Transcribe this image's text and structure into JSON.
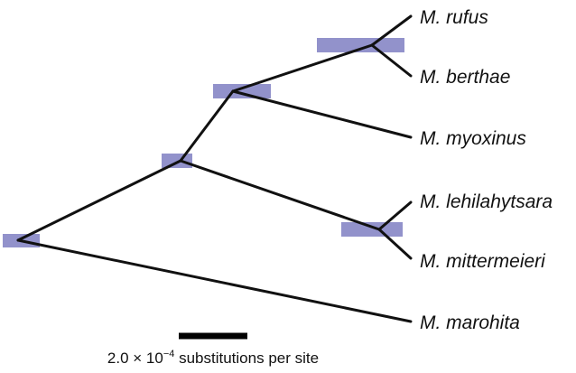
{
  "taxa": [
    {
      "id": "rufus",
      "label": "M. rufus"
    },
    {
      "id": "berthae",
      "label": "M. berthae"
    },
    {
      "id": "myoxinus",
      "label": "M. myoxinus"
    },
    {
      "id": "lehilahytsara",
      "label": "M. lehilahytsara"
    },
    {
      "id": "mittermeieri",
      "label": "M. mittermeieri"
    },
    {
      "id": "marohita",
      "label": "M. marohita"
    }
  ],
  "scale": {
    "label_prefix": "2.0 × 10",
    "label_exponent": "−4",
    "label_suffix": " substitutions per site"
  },
  "colors": {
    "branch": "#111111",
    "node_bar": "#7f7fc2"
  }
}
